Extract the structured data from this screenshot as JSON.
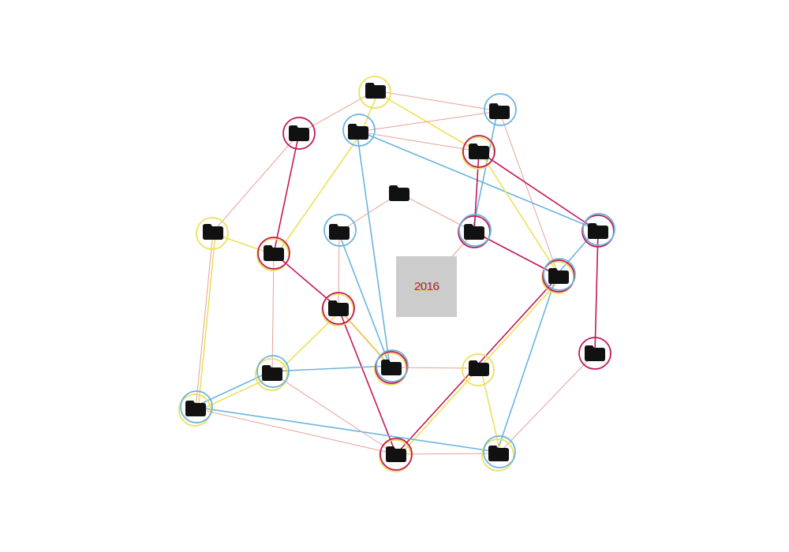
{
  "year_label": "2016",
  "colors": {
    "pink": "#c2185b",
    "blue": "#6ab4e0",
    "yellow": "#ede05a",
    "salmon": "#e6a196",
    "folder": "#111111",
    "tile": "#cccccc"
  },
  "nodes": [
    {
      "id": "n1",
      "rings": [
        "yellow"
      ]
    },
    {
      "id": "n2",
      "rings": [
        "blue"
      ]
    },
    {
      "id": "n3",
      "rings": [
        "pink"
      ]
    },
    {
      "id": "n4",
      "rings": [
        "blue"
      ]
    },
    {
      "id": "n5",
      "rings": [
        "yellow",
        "pink"
      ]
    },
    {
      "id": "n6",
      "rings": []
    },
    {
      "id": "n7",
      "rings": [
        "yellow"
      ]
    },
    {
      "id": "n8",
      "rings": [
        "blue"
      ]
    },
    {
      "id": "n9",
      "rings": [
        "yellow",
        "pink"
      ]
    },
    {
      "id": "n10",
      "rings": [
        "pink",
        "blue"
      ]
    },
    {
      "id": "n11",
      "rings": [
        "pink",
        "blue"
      ]
    },
    {
      "id": "n12",
      "rings": [
        "yellow",
        "pink",
        "blue"
      ]
    },
    {
      "id": "n13",
      "rings": [
        "yellow",
        "pink"
      ]
    },
    {
      "id": "n14",
      "rings": [
        "yellow",
        "pink",
        "blue"
      ]
    },
    {
      "id": "n15",
      "rings": [
        "yellow"
      ]
    },
    {
      "id": "n16",
      "rings": [
        "pink"
      ]
    },
    {
      "id": "n17",
      "rings": [
        "yellow",
        "blue"
      ]
    },
    {
      "id": "n18",
      "rings": [
        "yellow",
        "blue"
      ]
    },
    {
      "id": "n19",
      "rings": [
        "yellow",
        "pink"
      ]
    },
    {
      "id": "n20",
      "rings": [
        "yellow",
        "blue"
      ]
    }
  ],
  "edges": [
    {
      "from": "n1",
      "to": "n3",
      "color": "salmon"
    },
    {
      "from": "n1",
      "to": "n5",
      "color": "yellow"
    },
    {
      "from": "n1",
      "to": "n2",
      "color": "salmon"
    },
    {
      "from": "n1",
      "to": "n4",
      "color": "yellow"
    },
    {
      "from": "n2",
      "to": "n4",
      "color": "salmon"
    },
    {
      "from": "n2",
      "to": "n10",
      "color": "blue"
    },
    {
      "from": "n2",
      "to": "n12",
      "color": "salmon"
    },
    {
      "from": "n3",
      "to": "n9",
      "color": "pink"
    },
    {
      "from": "n3",
      "to": "n7",
      "color": "salmon"
    },
    {
      "from": "n4",
      "to": "n9",
      "color": "yellow"
    },
    {
      "from": "n4",
      "to": "n14",
      "color": "blue"
    },
    {
      "from": "n4",
      "to": "n5",
      "color": "salmon"
    },
    {
      "from": "n4",
      "to": "n11",
      "color": "blue"
    },
    {
      "from": "n5",
      "to": "n10",
      "color": "pink"
    },
    {
      "from": "n5",
      "to": "n11",
      "color": "pink"
    },
    {
      "from": "n5",
      "to": "n12",
      "color": "yellow"
    },
    {
      "from": "n6",
      "to": "n8",
      "color": "salmon"
    },
    {
      "from": "n6",
      "to": "n10",
      "color": "salmon"
    },
    {
      "from": "n7",
      "to": "n9",
      "color": "yellow"
    },
    {
      "from": "n7",
      "to": "n18",
      "color": "yellow"
    },
    {
      "from": "n7",
      "to": "n18",
      "color": "salmon"
    },
    {
      "from": "n8",
      "to": "n13",
      "color": "salmon"
    },
    {
      "from": "n8",
      "to": "n14",
      "color": "blue"
    },
    {
      "from": "n9",
      "to": "n13",
      "color": "pink"
    },
    {
      "from": "n9",
      "to": "n17",
      "color": "salmon"
    },
    {
      "from": "n10",
      "to": "n12",
      "color": "pink"
    },
    {
      "from": "n10",
      "to": "nY",
      "color": "salmon"
    },
    {
      "from": "n11",
      "to": "n12",
      "color": "blue"
    },
    {
      "from": "n11",
      "to": "n16",
      "color": "pink"
    },
    {
      "from": "n12",
      "to": "n19",
      "color": "pink"
    },
    {
      "from": "n12",
      "to": "n19",
      "color": "yellow"
    },
    {
      "from": "n12",
      "to": "n20",
      "color": "blue"
    },
    {
      "from": "n13",
      "to": "n14",
      "color": "pink"
    },
    {
      "from": "n13",
      "to": "n14",
      "color": "yellow"
    },
    {
      "from": "n13",
      "to": "n17",
      "color": "yellow"
    },
    {
      "from": "n13",
      "to": "n19",
      "color": "pink"
    },
    {
      "from": "n14",
      "to": "n17",
      "color": "blue"
    },
    {
      "from": "n14",
      "to": "n15",
      "color": "salmon"
    },
    {
      "from": "n15",
      "to": "n20",
      "color": "yellow"
    },
    {
      "from": "n16",
      "to": "n20",
      "color": "salmon"
    },
    {
      "from": "n17",
      "to": "n18",
      "color": "blue"
    },
    {
      "from": "n17",
      "to": "n18",
      "color": "yellow"
    },
    {
      "from": "n18",
      "to": "n20",
      "color": "blue"
    },
    {
      "from": "n18",
      "to": "n19",
      "color": "salmon"
    },
    {
      "from": "n19",
      "to": "n20",
      "color": "salmon"
    },
    {
      "from": "n17",
      "to": "n19",
      "color": "salmon"
    }
  ]
}
